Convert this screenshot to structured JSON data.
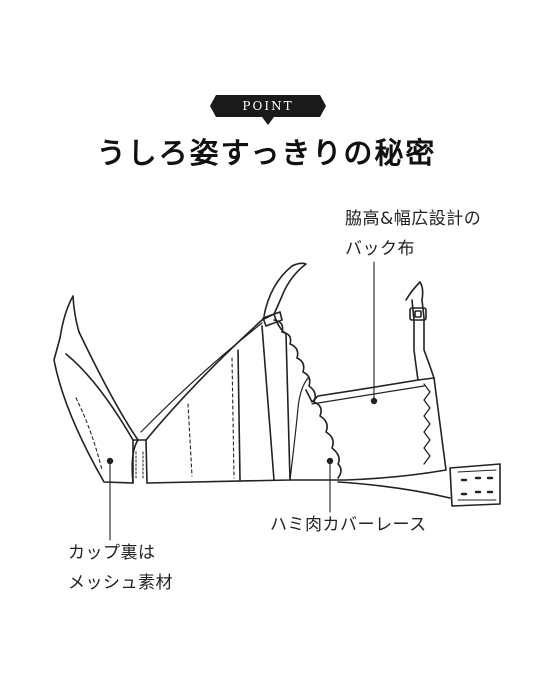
{
  "badge": {
    "text": "POINT",
    "color": "#1a1a1a"
  },
  "headline": "うしろ姿すっきりの秘密",
  "callouts": {
    "back": {
      "line1": "脇高&幅広設計の",
      "line2": "バック布"
    },
    "lace": {
      "line1": "ハミ肉カバーレース"
    },
    "cup": {
      "line1": "カップ裏は",
      "line2": "メッシュ素材"
    }
  },
  "colors": {
    "line": "#222222",
    "background": "#ffffff"
  }
}
